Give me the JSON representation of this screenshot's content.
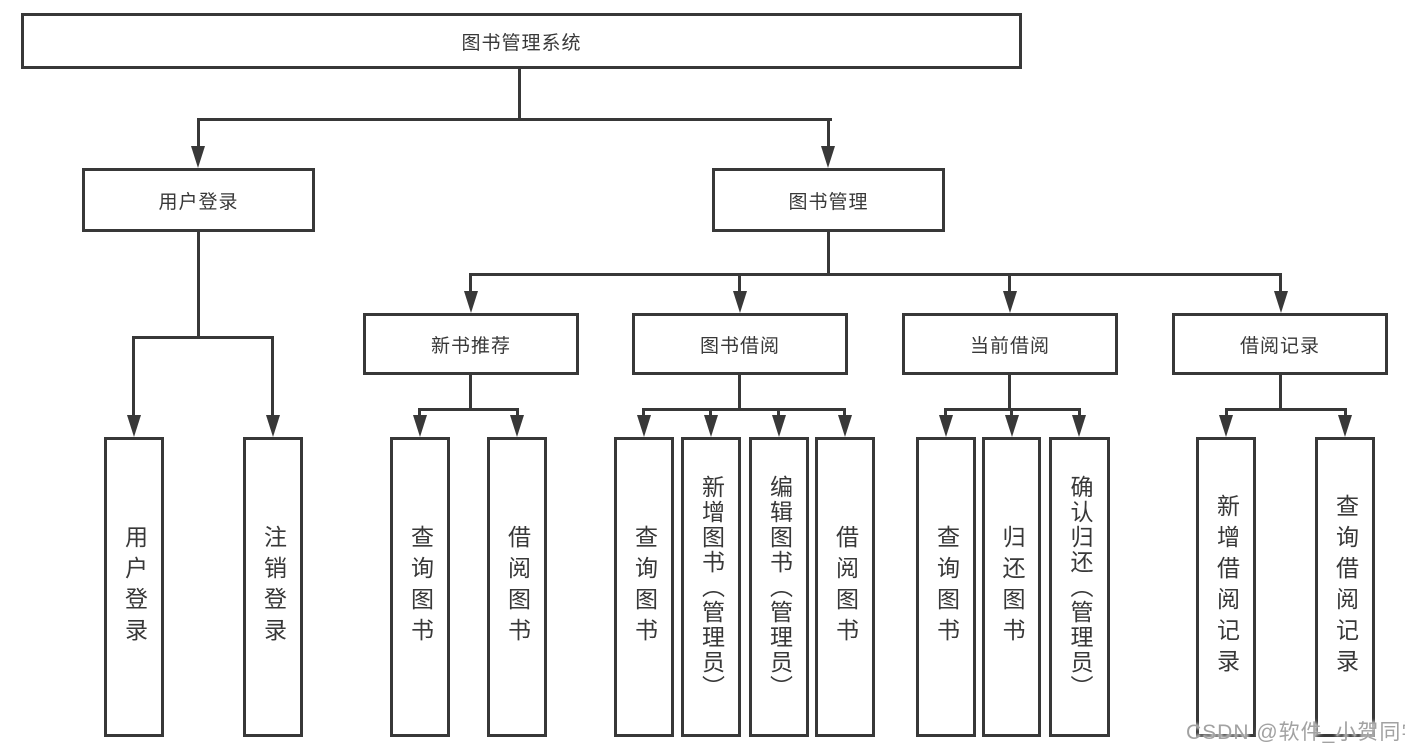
{
  "tree": {
    "root": "图书管理系统",
    "children": [
      {
        "label": "用户登录",
        "children": [
          {
            "label": "用户登录"
          },
          {
            "label": "注销登录"
          }
        ]
      },
      {
        "label": "图书管理",
        "children": [
          {
            "label": "新书推荐",
            "children": [
              {
                "label": "查询图书"
              },
              {
                "label": "借阅图书"
              }
            ]
          },
          {
            "label": "图书借阅",
            "children": [
              {
                "label": "查询图书"
              },
              {
                "label": "新增图书（管理员）"
              },
              {
                "label": "编辑图书（管理员）"
              },
              {
                "label": "借阅图书"
              }
            ]
          },
          {
            "label": "当前借阅",
            "children": [
              {
                "label": "查询图书"
              },
              {
                "label": "归还图书"
              },
              {
                "label": "确认归还（管理员）"
              }
            ]
          },
          {
            "label": "借阅记录",
            "children": [
              {
                "label": "新增借阅记录"
              },
              {
                "label": "查询借阅记录"
              }
            ]
          }
        ]
      }
    ]
  },
  "watermark": "CSDN @软件_小贺同学",
  "colors": {
    "line": "#383838",
    "box_border": "#383838",
    "text": "#383838",
    "background": "#ffffff",
    "watermark": "#a2a2a2"
  }
}
